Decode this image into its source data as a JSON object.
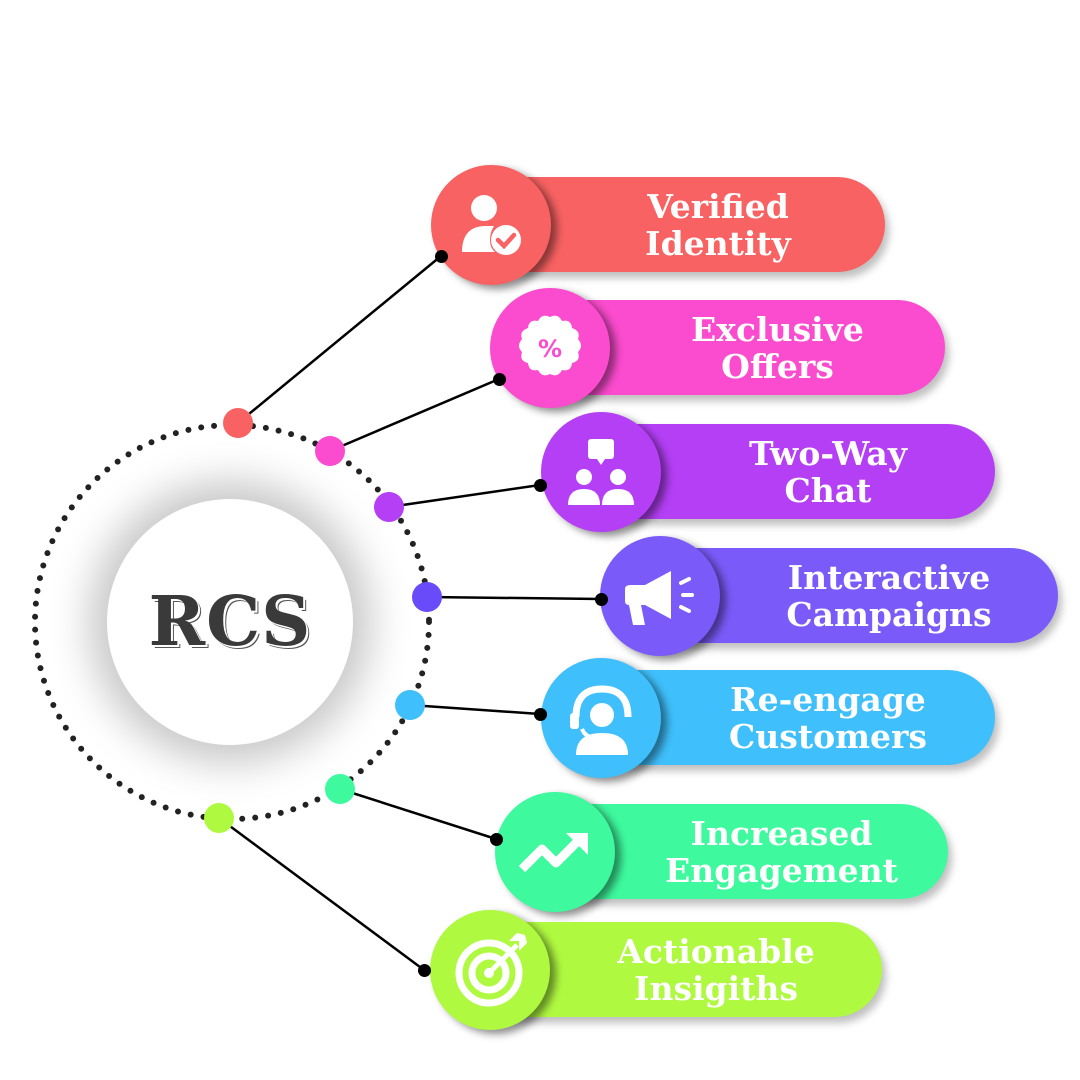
{
  "hub": {
    "label": "RCS"
  },
  "items": [
    {
      "line1": "Verified",
      "line2": "Identity",
      "icon": "verified-user-icon",
      "color": "#F86262"
    },
    {
      "line1": "Exclusive",
      "line2": "Offers",
      "icon": "discount-badge-icon",
      "color": "#FB4BCE"
    },
    {
      "line1": "Two-Way",
      "line2": "Chat",
      "icon": "group-chat-icon",
      "color": "#B43FF5"
    },
    {
      "line1": "Interactive",
      "line2": "Campaigns",
      "icon": "megaphone-icon",
      "color": "#7A5BF9"
    },
    {
      "line1": "Re-engage",
      "line2": "Customers",
      "icon": "support-agent-icon",
      "color": "#3FBFFB"
    },
    {
      "line1": "Increased",
      "line2": "Engagement",
      "icon": "trending-up-icon",
      "color": "#3EF99E"
    },
    {
      "line1": "Actionable",
      "line2": "Insigiths",
      "icon": "target-icon",
      "color": "#B0F941"
    }
  ]
}
